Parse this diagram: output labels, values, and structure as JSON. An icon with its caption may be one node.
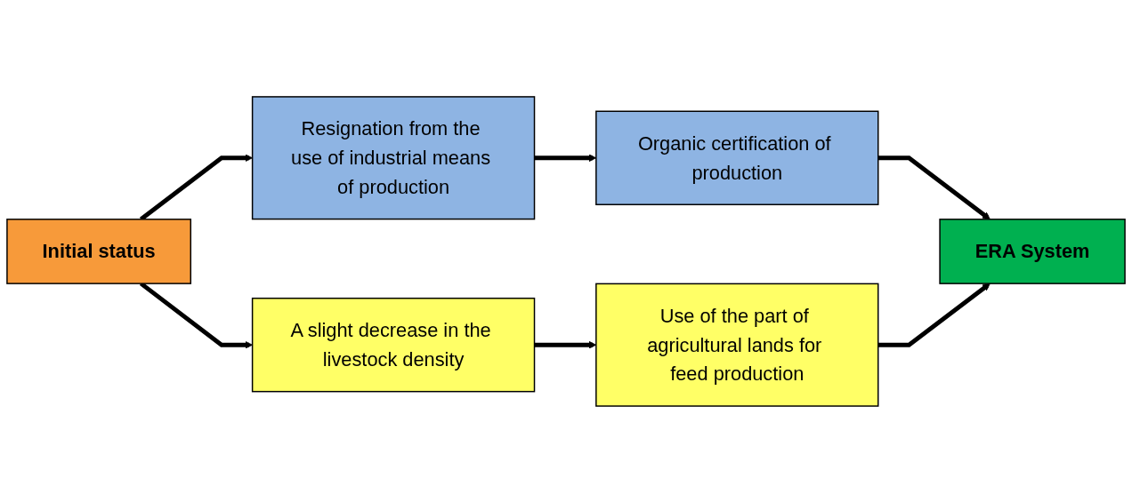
{
  "diagram": {
    "nodes": [
      {
        "text": [
          "Initial status"
        ]
      },
      {
        "text": [
          "Resignation from the use of industrial means of production"
        ]
      },
      {
        "text": [
          "Organic certification of production"
        ]
      },
      {
        "text": [
          "ERA System"
        ]
      },
      {
        "text": [
          "A slight decrease in the livestock density"
        ]
      },
      {
        "text": [
          "Use of the part of agricultural lands for feed production"
        ]
      }
    ],
    "edges": [
      {
        "from": 0,
        "to": 1,
        "arrow": "to"
      },
      {
        "from": 1,
        "to": 2,
        "arrow": "to"
      },
      {
        "from": 2,
        "to": 3,
        "arrow": "to"
      },
      {
        "from": 0,
        "to": 4,
        "arrow": "to"
      },
      {
        "from": 4,
        "to": 5,
        "arrow": "to"
      },
      {
        "from": 5,
        "to": 3,
        "arrow": "to"
      }
    ]
  }
}
